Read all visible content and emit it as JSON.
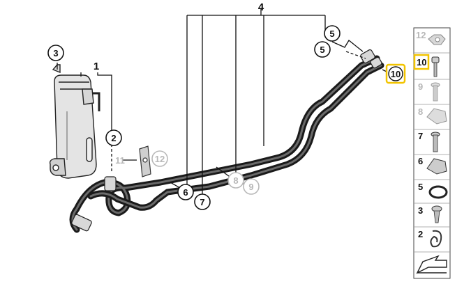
{
  "title_number": "4",
  "group_label": "1",
  "callouts": [
    {
      "id": "c3",
      "label": "3",
      "faded": false
    },
    {
      "id": "c2",
      "label": "2",
      "faded": false
    },
    {
      "id": "c11",
      "label": "11",
      "faded": true
    },
    {
      "id": "c12",
      "label": "12",
      "faded": true
    },
    {
      "id": "c6",
      "label": "6",
      "faded": false
    },
    {
      "id": "c7",
      "label": "7",
      "faded": false
    },
    {
      "id": "c8",
      "label": "8",
      "faded": true
    },
    {
      "id": "c9",
      "label": "9",
      "faded": true
    },
    {
      "id": "c5a",
      "label": "5",
      "faded": false
    },
    {
      "id": "c5b",
      "label": "5",
      "faded": false
    },
    {
      "id": "c10",
      "label": "10",
      "highlighted": true
    }
  ],
  "parts_list": [
    {
      "number": "12",
      "icon": "nut-icon",
      "faded": true
    },
    {
      "number": "10",
      "icon": "bolt-icon",
      "highlighted": true
    },
    {
      "number": "9",
      "icon": "screw-icon",
      "faded": true
    },
    {
      "number": "8",
      "icon": "clip-icon",
      "faded": true
    },
    {
      "number": "7",
      "icon": "screw-icon",
      "faded": false
    },
    {
      "number": "6",
      "icon": "clip-icon",
      "faded": false
    },
    {
      "number": "5",
      "icon": "oring-icon",
      "faded": false
    },
    {
      "number": "3",
      "icon": "screw-icon",
      "faded": false
    },
    {
      "number": "2",
      "icon": "clamp-icon",
      "faded": false
    },
    {
      "number": "",
      "icon": "arrow-icon",
      "faded": false
    }
  ],
  "colors": {
    "highlight": "#f2c400",
    "faded": "#b8b8b8",
    "ink": "#111111"
  }
}
